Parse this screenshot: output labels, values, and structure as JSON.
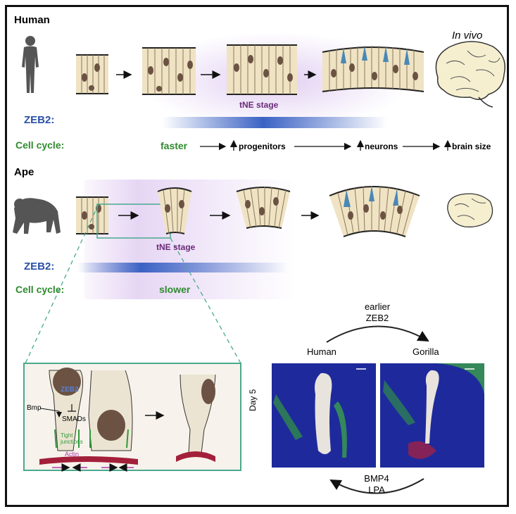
{
  "human": {
    "title": "Human",
    "in_vivo": "In vivo",
    "tne_stage": "tNE stage",
    "zeb2_label": "ZEB2:",
    "cell_cycle_label": "Cell cycle:",
    "cascade": [
      "faster",
      "progenitors",
      "neurons",
      "brain size"
    ]
  },
  "ape": {
    "title": "Ape",
    "tne_stage": "tNE stage",
    "zeb2_label": "ZEB2:",
    "cell_cycle_label": "Cell cycle:",
    "cell_cycle_value": "slower"
  },
  "inset": {
    "zeb2": "ZEB2",
    "bmp": "Bmp",
    "smads": "SMADs",
    "tight_junctions": "Tight junctions",
    "actin": "Actin"
  },
  "comparison": {
    "top_arrow": "earlier ZEB2",
    "left_label": "Human",
    "right_label": "Gorilla",
    "day": "Day 5",
    "bottom_arrow": "BMP4 LPA"
  },
  "colors": {
    "zeb2_blue": "#2a4fa6",
    "cell_cycle_green": "#2f8a2f",
    "tne_purple": "#6a2a78",
    "stage_glow": "#e3d2f2",
    "inset_border": "#4aa98e"
  }
}
